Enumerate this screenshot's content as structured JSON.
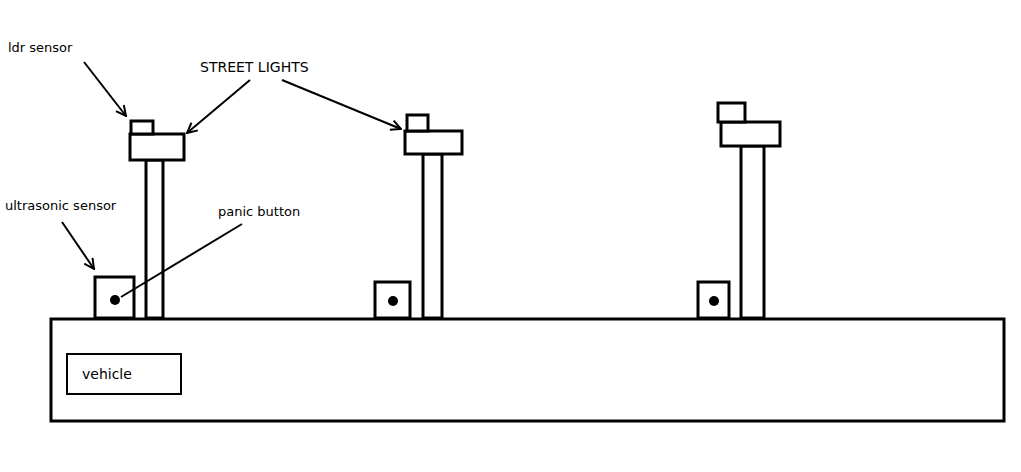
{
  "diagram": {
    "nodes": [
      {
        "text": [
          "vehicle"
        ]
      }
    ],
    "labels": [
      "ldr sensor",
      "STREET LIGHTS",
      "ultrasonic sensor",
      "panic button"
    ]
  }
}
